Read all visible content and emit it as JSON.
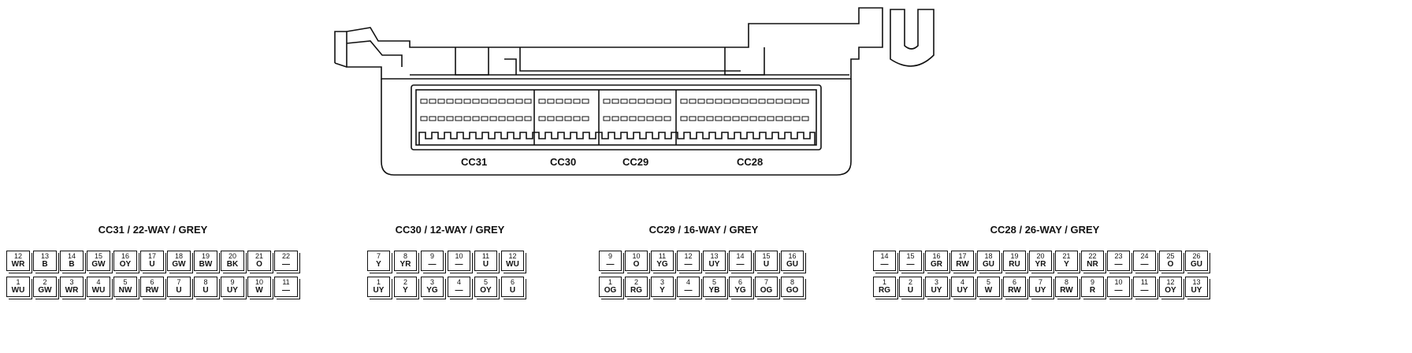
{
  "ecu": {
    "labels": [
      "CC31",
      "CC30",
      "CC29",
      "CC28"
    ]
  },
  "connectors": [
    {
      "title": "CC31 / 22-WAY / GREY",
      "pins": [
        {
          "n": "12",
          "c": "WR"
        },
        {
          "n": "13",
          "c": "B"
        },
        {
          "n": "14",
          "c": "B"
        },
        {
          "n": "15",
          "c": "GW"
        },
        {
          "n": "16",
          "c": "OY"
        },
        {
          "n": "17",
          "c": "U"
        },
        {
          "n": "18",
          "c": "GW"
        },
        {
          "n": "19",
          "c": "BW"
        },
        {
          "n": "20",
          "c": "BK"
        },
        {
          "n": "21",
          "c": "O"
        },
        {
          "n": "22",
          "c": "—"
        },
        {
          "n": "1",
          "c": "WU"
        },
        {
          "n": "2",
          "c": "GW"
        },
        {
          "n": "3",
          "c": "WR"
        },
        {
          "n": "4",
          "c": "WU"
        },
        {
          "n": "5",
          "c": "NW"
        },
        {
          "n": "6",
          "c": "RW"
        },
        {
          "n": "7",
          "c": "U"
        },
        {
          "n": "8",
          "c": "U"
        },
        {
          "n": "9",
          "c": "UY"
        },
        {
          "n": "10",
          "c": "W"
        },
        {
          "n": "11",
          "c": "—"
        }
      ]
    },
    {
      "title": "CC30 / 12-WAY / GREY",
      "pins": [
        {
          "n": "7",
          "c": "Y"
        },
        {
          "n": "8",
          "c": "YR"
        },
        {
          "n": "9",
          "c": "—"
        },
        {
          "n": "10",
          "c": "—"
        },
        {
          "n": "11",
          "c": "U"
        },
        {
          "n": "12",
          "c": "WU"
        },
        {
          "n": "1",
          "c": "UY"
        },
        {
          "n": "2",
          "c": "Y"
        },
        {
          "n": "3",
          "c": "YG"
        },
        {
          "n": "4",
          "c": "—"
        },
        {
          "n": "5",
          "c": "OY"
        },
        {
          "n": "6",
          "c": "U"
        }
      ]
    },
    {
      "title": "CC29 / 16-WAY / GREY",
      "pins": [
        {
          "n": "9",
          "c": "—"
        },
        {
          "n": "10",
          "c": "O"
        },
        {
          "n": "11",
          "c": "YG"
        },
        {
          "n": "12",
          "c": "—"
        },
        {
          "n": "13",
          "c": "UY"
        },
        {
          "n": "14",
          "c": "—"
        },
        {
          "n": "15",
          "c": "U"
        },
        {
          "n": "16",
          "c": "GU"
        },
        {
          "n": "1",
          "c": "OG"
        },
        {
          "n": "2",
          "c": "RG"
        },
        {
          "n": "3",
          "c": "Y"
        },
        {
          "n": "4",
          "c": "—"
        },
        {
          "n": "5",
          "c": "YB"
        },
        {
          "n": "6",
          "c": "YG"
        },
        {
          "n": "7",
          "c": "OG"
        },
        {
          "n": "8",
          "c": "GO"
        }
      ]
    },
    {
      "title": "CC28 / 26-WAY / GREY",
      "pins": [
        {
          "n": "14",
          "c": "—"
        },
        {
          "n": "15",
          "c": "—"
        },
        {
          "n": "16",
          "c": "GR"
        },
        {
          "n": "17",
          "c": "RW"
        },
        {
          "n": "18",
          "c": "GU"
        },
        {
          "n": "19",
          "c": "RU"
        },
        {
          "n": "20",
          "c": "YR"
        },
        {
          "n": "21",
          "c": "Y"
        },
        {
          "n": "22",
          "c": "NR"
        },
        {
          "n": "23",
          "c": "—"
        },
        {
          "n": "24",
          "c": "—"
        },
        {
          "n": "25",
          "c": "O"
        },
        {
          "n": "26",
          "c": "GU"
        },
        {
          "n": "1",
          "c": "RG"
        },
        {
          "n": "2",
          "c": "U"
        },
        {
          "n": "3",
          "c": "UY"
        },
        {
          "n": "4",
          "c": "UY"
        },
        {
          "n": "5",
          "c": "W"
        },
        {
          "n": "6",
          "c": "RW"
        },
        {
          "n": "7",
          "c": "UY"
        },
        {
          "n": "8",
          "c": "RW"
        },
        {
          "n": "9",
          "c": "R"
        },
        {
          "n": "10",
          "c": "—"
        },
        {
          "n": "11",
          "c": "—"
        },
        {
          "n": "12",
          "c": "OY"
        },
        {
          "n": "13",
          "c": "UY"
        }
      ]
    }
  ]
}
